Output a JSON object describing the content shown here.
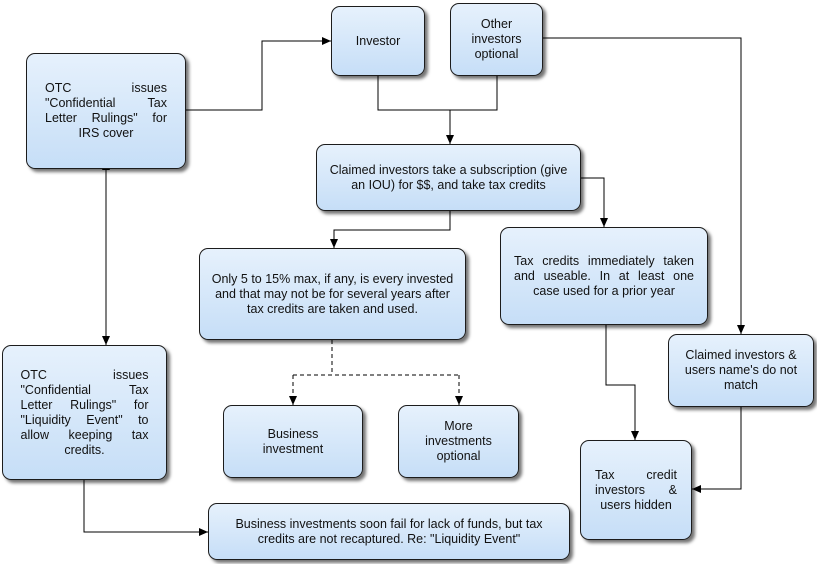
{
  "colors": {
    "box_fill_top": "#e6f1fc",
    "box_fill_bottom": "#c6def7",
    "border": "#1c1c1c"
  },
  "nodes": {
    "otc_irs_cover": "OTC issues \"Confidential Tax Letter Rulings\" for IRS cover",
    "investor": "Investor",
    "other_investors": "Other investors optional",
    "subscription": "Claimed investors take a subscription (give an IOU) for $$, and take tax credits",
    "only_5_to_15": "Only 5 to 15% max, if any, is every invested and that may not be for several years after tax credits are taken and used.",
    "tax_credits_taken": "Tax credits immediately taken and useable. In at least one case used for a prior year",
    "names_mismatch": "Claimed investors & users name's do not match",
    "otc_liquidity": "OTC issues \"Confidential Tax Letter Rulings\" for \"Liquidity Event\" to allow keeping tax credits.",
    "business_investment": "Business investment",
    "more_investments": "More investments optional",
    "hidden": "Tax credit investors & users hidden",
    "investments_fail": "Business investments soon fail for lack of funds, but tax credits are not recaptured. Re: \"Liquidity Event\""
  }
}
